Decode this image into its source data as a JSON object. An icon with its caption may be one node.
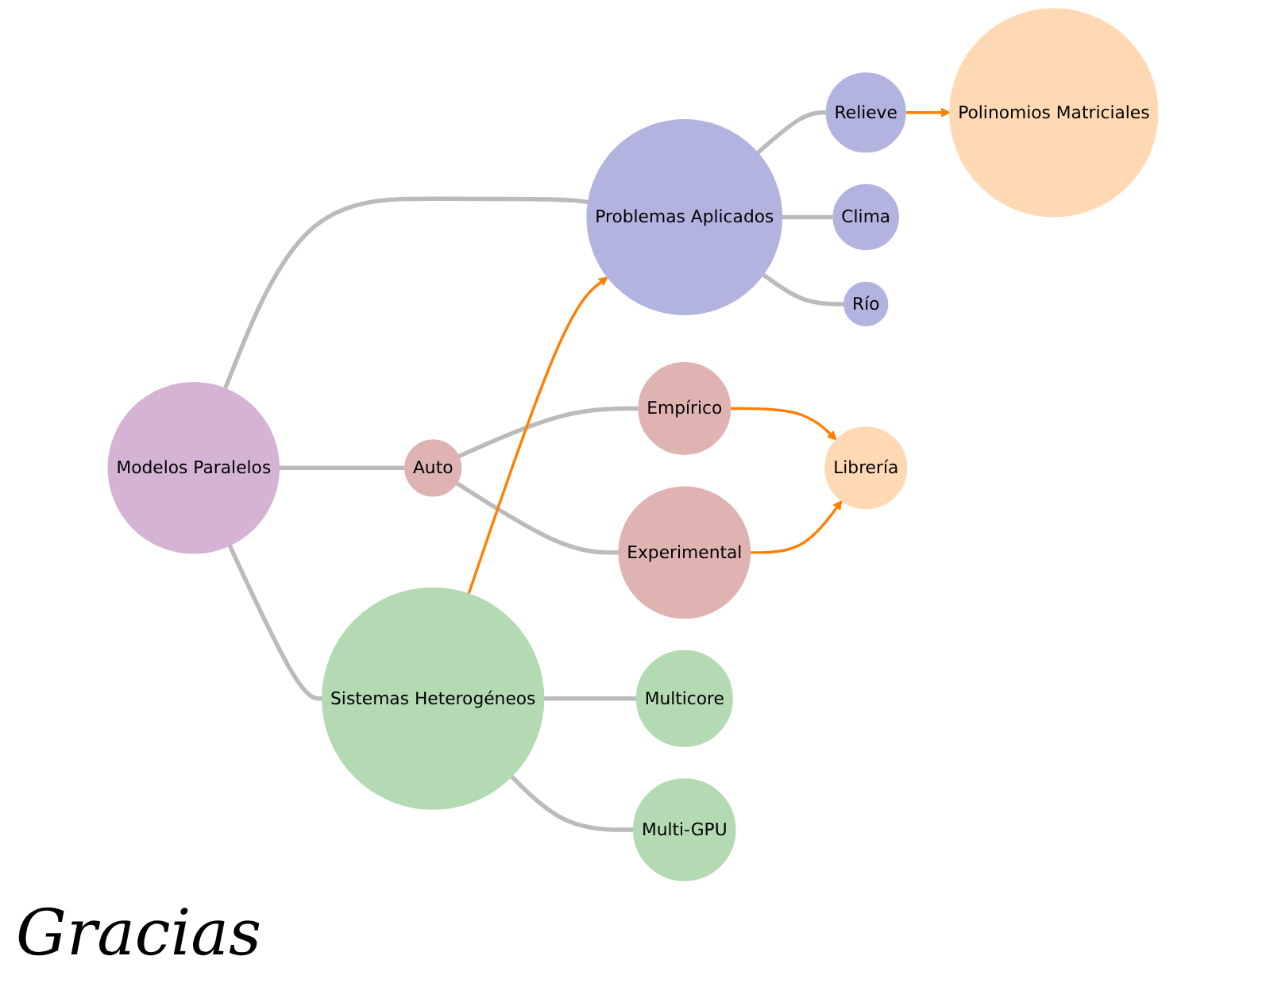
{
  "diagram": {
    "nodes": [
      {
        "text": [
          "Modelos Paralelos"
        ]
      },
      {
        "text": [
          "Auto"
        ]
      },
      {
        "text": [
          "Experimental"
        ]
      },
      {
        "text": [
          "Empírico"
        ]
      },
      {
        "text": [
          "Problemas Aplicados"
        ]
      },
      {
        "text": [
          "Relieve"
        ]
      },
      {
        "text": [
          "Clima"
        ]
      },
      {
        "text": [
          "Río"
        ]
      },
      {
        "text": [
          "Sistemas Heterogéneos"
        ]
      },
      {
        "text": [
          "Multicore"
        ]
      },
      {
        "text": [
          "Multi-GPU"
        ]
      },
      {
        "text": [
          "Polinomios Matriciales"
        ]
      },
      {
        "text": [
          "Librería"
        ]
      }
    ],
    "edges": [
      {
        "from": 0,
        "to": 1,
        "arrow": "none"
      },
      {
        "from": 1,
        "to": 2,
        "arrow": "none"
      },
      {
        "from": 1,
        "to": 3,
        "arrow": "none"
      },
      {
        "from": 0,
        "to": 4,
        "arrow": "none"
      },
      {
        "from": 4,
        "to": 5,
        "arrow": "none"
      },
      {
        "from": 4,
        "to": 6,
        "arrow": "none"
      },
      {
        "from": 4,
        "to": 7,
        "arrow": "none"
      },
      {
        "from": 0,
        "to": 8,
        "arrow": "none"
      },
      {
        "from": 8,
        "to": 9,
        "arrow": "none"
      },
      {
        "from": 8,
        "to": 10,
        "arrow": "none"
      },
      {
        "from": 5,
        "to": 11,
        "arrow": "to",
        "color": "#ff8000"
      },
      {
        "from": 8,
        "to": 4,
        "arrow": "to",
        "color": "#ff8000"
      },
      {
        "from": 3,
        "to": 12,
        "arrow": "to",
        "color": "#ff8000"
      },
      {
        "from": 2,
        "to": 12,
        "arrow": "to",
        "color": "#ff8000"
      }
    ],
    "labels": [
      "Gracias"
    ]
  }
}
